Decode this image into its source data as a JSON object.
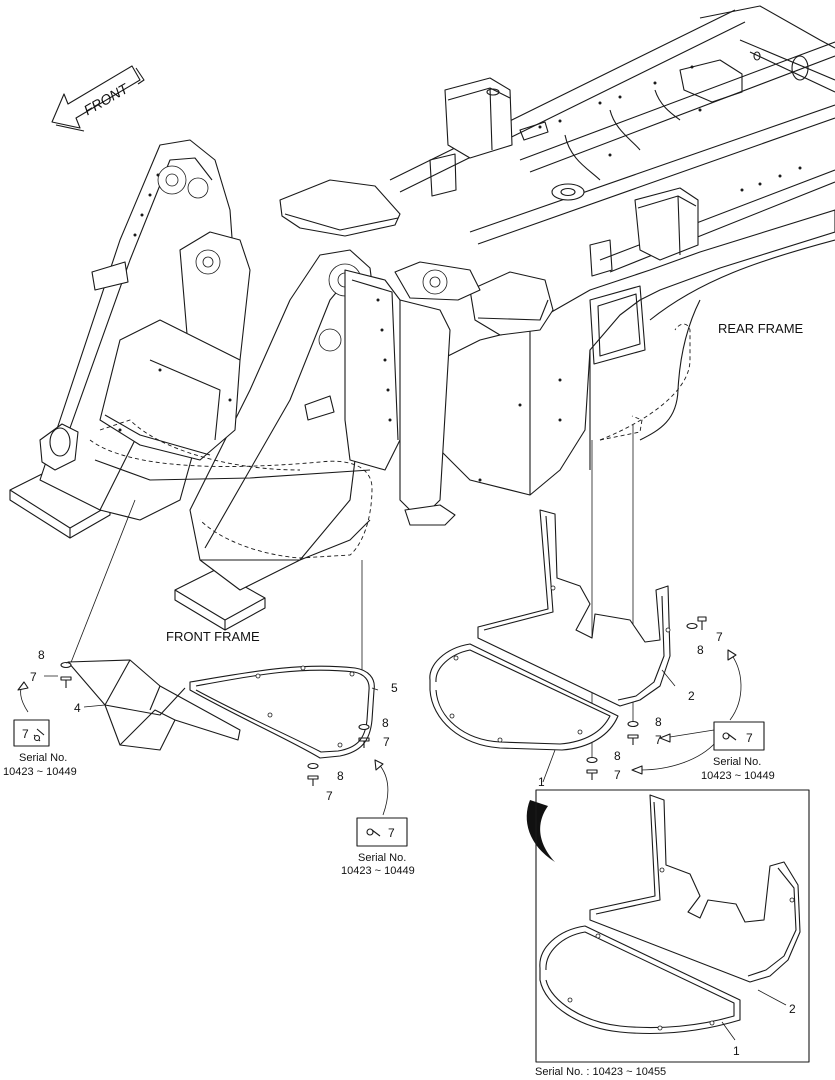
{
  "direction_arrow": {
    "label": "FRONT"
  },
  "frame_labels": {
    "front": "FRONT FRAME",
    "rear": "REAR FRAME"
  },
  "callouts": [
    {
      "id": "c1a",
      "text": "1"
    },
    {
      "id": "c1b",
      "text": "1"
    },
    {
      "id": "c2a",
      "text": "2"
    },
    {
      "id": "c2b",
      "text": "2"
    },
    {
      "id": "c4",
      "text": "4"
    },
    {
      "id": "c5",
      "text": "5"
    },
    {
      "id": "c7a",
      "text": "7"
    },
    {
      "id": "c7b",
      "text": "7"
    },
    {
      "id": "c7c",
      "text": "7"
    },
    {
      "id": "c7d",
      "text": "7"
    },
    {
      "id": "c7e",
      "text": "7"
    },
    {
      "id": "c7f",
      "text": "7"
    },
    {
      "id": "c8a",
      "text": "8"
    },
    {
      "id": "c8b",
      "text": "8"
    },
    {
      "id": "c8c",
      "text": "8"
    },
    {
      "id": "c8d",
      "text": "8"
    },
    {
      "id": "c8e",
      "text": "8"
    },
    {
      "id": "c8f",
      "text": "8"
    }
  ],
  "serial_boxes": [
    {
      "id": "left",
      "part": "7",
      "label": "Serial No.",
      "range": "10423 ~ 10449"
    },
    {
      "id": "center",
      "part": "7",
      "label": "Serial No.",
      "range": "10423 ~ 10449"
    },
    {
      "id": "right",
      "part": "7",
      "label": "Serial No.",
      "range": "10423 ~ 10449"
    }
  ],
  "inset": {
    "caption": "Serial No. : 10423 ~ 10455",
    "callout_1": "1",
    "callout_2": "2"
  }
}
